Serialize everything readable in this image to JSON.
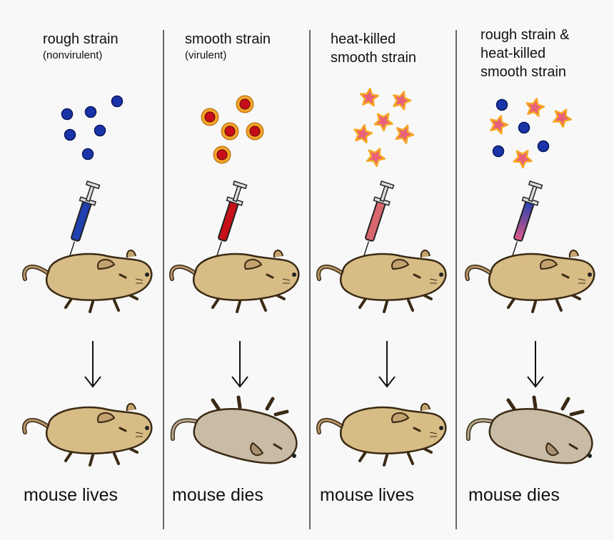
{
  "panels": [
    {
      "title_lines": [
        "rough strain"
      ],
      "subtitle": "(nonvirulent)",
      "injection": "rough",
      "outcome": "lives",
      "result": "mouse lives"
    },
    {
      "title_lines": [
        "smooth strain"
      ],
      "subtitle": "(virulent)",
      "injection": "smooth",
      "outcome": "dies",
      "result": "mouse dies"
    },
    {
      "title_lines": [
        "heat-killed",
        "smooth strain"
      ],
      "subtitle": "",
      "injection": "heat-killed",
      "outcome": "lives",
      "result": "mouse lives"
    },
    {
      "title_lines": [
        "rough strain &",
        "heat-killed",
        "smooth strain"
      ],
      "subtitle": "",
      "injection": "mixed",
      "outcome": "dies",
      "result": "mouse dies"
    }
  ],
  "colors": {
    "rough_cell": "#1a34a8",
    "smooth_cell_core": "#c80d1a",
    "smooth_cell_capsule": "#f2a22a",
    "heat_killed_star": "#e8607a",
    "heat_killed_outline": "#f5a623",
    "mouse_alive": "#d8bc86",
    "mouse_dead": "#c9bca6",
    "syringe_rough": "#2040b0",
    "syringe_smooth": "#c8101a",
    "syringe_heat_killed": "#d9676f"
  }
}
